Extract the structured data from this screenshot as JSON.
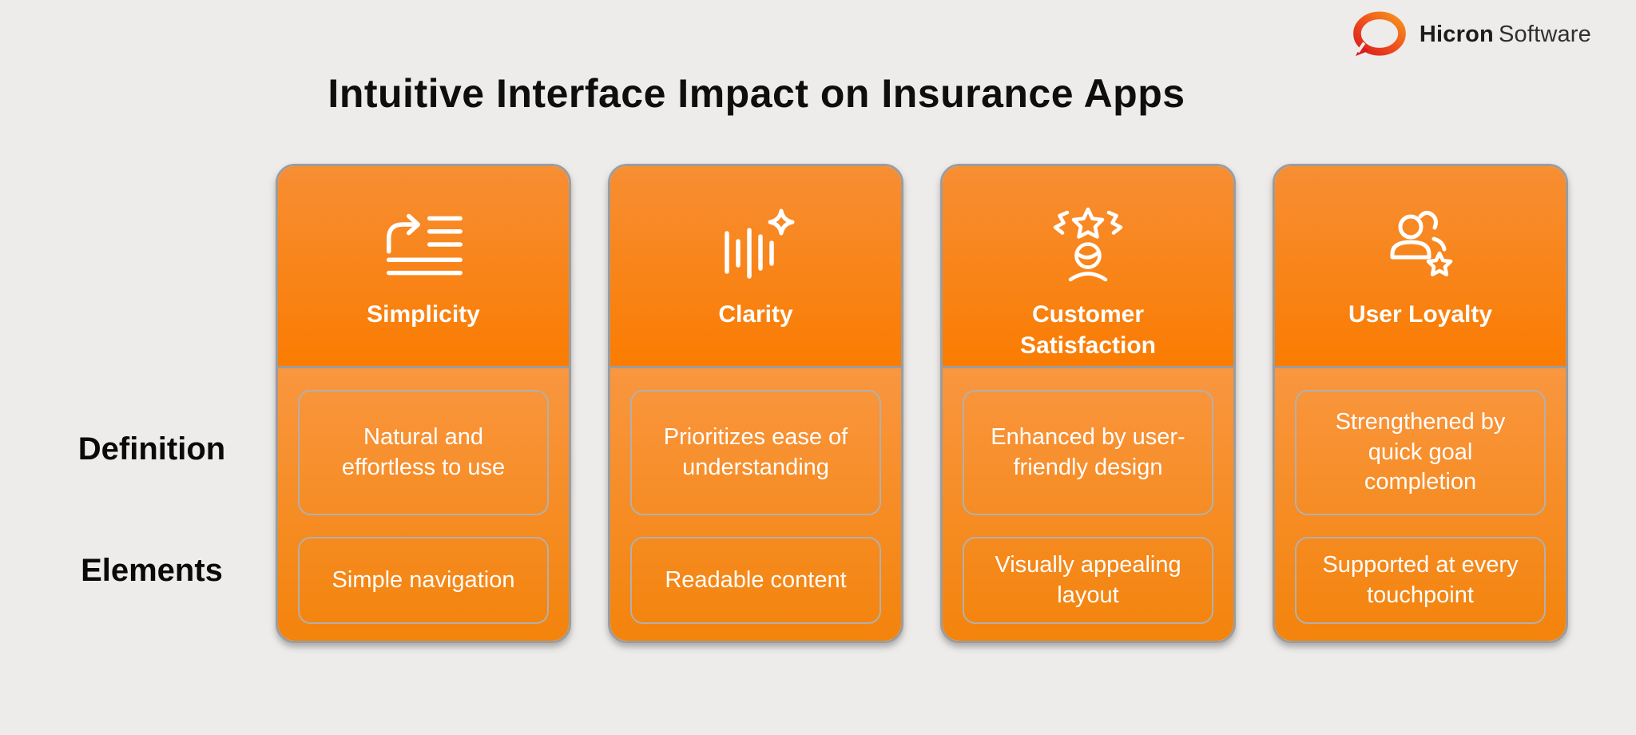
{
  "page": {
    "title": "Intuitive Interface Impact on Insurance Apps",
    "background": "#EDECEA"
  },
  "logo": {
    "brand": "Hicron",
    "suffix": "Software",
    "icon": "speech-bubble-ring-icon"
  },
  "rows": [
    {
      "label": "Definition"
    },
    {
      "label": "Elements"
    }
  ],
  "cards": [
    {
      "title": "Simplicity",
      "icon": "wrap-arrow-list-icon",
      "definition": "Natural and effortless to use",
      "elements": "Simple navigation"
    },
    {
      "title": "Clarity",
      "icon": "equalizer-sparkle-icon",
      "definition": "Prioritizes ease of understanding",
      "elements": "Readable content"
    },
    {
      "title": "Customer Satisfaction",
      "icon": "smiley-with-stars-icon",
      "definition": "Enhanced by user-friendly design",
      "elements": "Visually appealing layout"
    },
    {
      "title": "User Loyalty",
      "icon": "users-with-star-icon",
      "definition": "Strengthened by quick goal completion",
      "elements": "Supported at every touchpoint"
    }
  ],
  "colors": {
    "header_gradient_top": "#F78E33",
    "header_gradient_bottom": "#FA7C02",
    "body_gradient_top": "#F9963F",
    "body_gradient_bottom": "#F3830B",
    "card_border": "#9C9C9C",
    "pill_border": "#B3B0AC",
    "background": "#EDECEA",
    "logo_orange": "#F7941D",
    "logo_red": "#D81E1E",
    "text_dark": "#0E0E0E",
    "text_white": "#FFFFFF"
  }
}
